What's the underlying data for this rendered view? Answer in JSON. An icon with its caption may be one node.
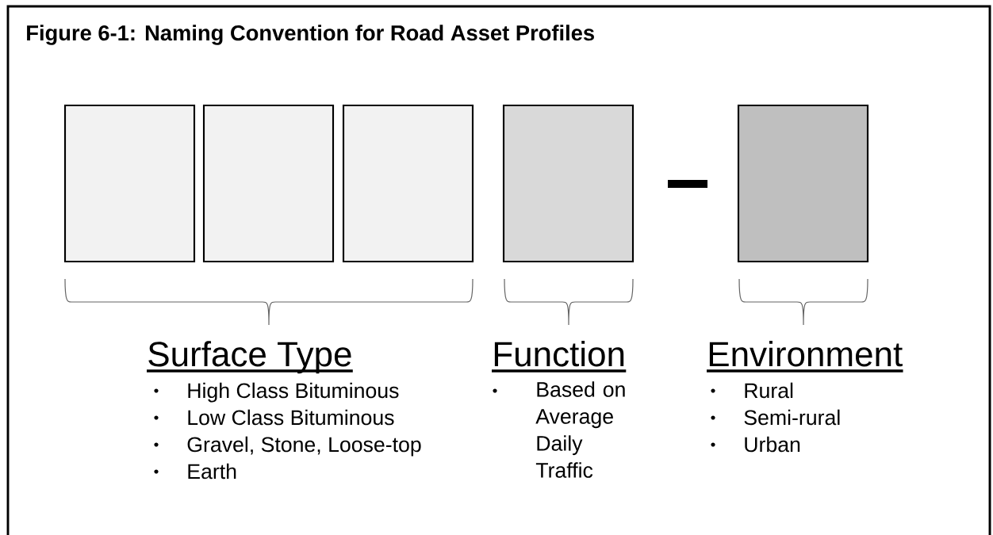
{
  "diagram": {
    "title": "Figure 6-1: Naming Convention for Road Asset Profiles",
    "nodes": [
      {
        "text": [],
        "shape": "box"
      },
      {
        "text": [],
        "shape": "box"
      },
      {
        "text": [],
        "shape": "box"
      },
      {
        "text": [],
        "shape": "box"
      },
      {
        "text": [],
        "shape": "box"
      }
    ],
    "labels": [
      "Surface Type",
      "High Class Bituminous",
      "Low Class Bituminous",
      "Gravel, Stone, Loose-top",
      "Earth",
      "Function",
      "Based on Average Daily Traffic",
      "Environment",
      "Rural",
      "Semi-rural",
      "Urban"
    ]
  }
}
